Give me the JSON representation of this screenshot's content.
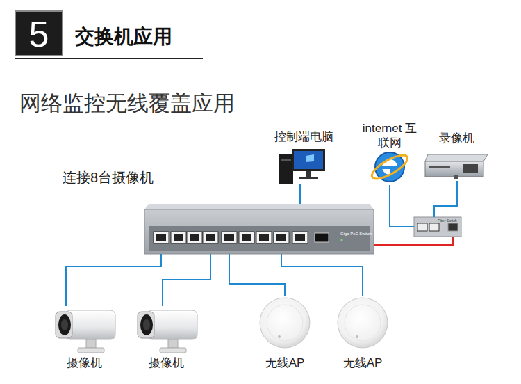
{
  "diagram": {
    "title": "交换机应用",
    "nodes": [
      {
        "text": [
          "Giga PoE Switch"
        ]
      },
      {
        "text": [
          "控制端电脑"
        ]
      },
      {
        "text": [
          "internet 互联网"
        ]
      },
      {
        "text": [
          "录像机"
        ]
      },
      {
        "text": [
          "Fiber Switch"
        ]
      },
      {
        "text": [
          "摄像机"
        ]
      },
      {
        "text": [
          "摄像机"
        ]
      },
      {
        "text": [
          "无线AP"
        ]
      },
      {
        "text": [
          "无线AP"
        ]
      }
    ],
    "edges": [
      {
        "from": 5,
        "to": 0,
        "arrow": "none"
      },
      {
        "from": 6,
        "to": 0,
        "arrow": "none"
      },
      {
        "from": 7,
        "to": 0,
        "arrow": "none"
      },
      {
        "from": 8,
        "to": 0,
        "arrow": "none"
      },
      {
        "from": 1,
        "to": 0,
        "arrow": "none"
      },
      {
        "from": 2,
        "to": 4,
        "arrow": "none"
      },
      {
        "from": 3,
        "to": 4,
        "arrow": "none"
      },
      {
        "from": 0,
        "to": 4,
        "arrow": "none"
      }
    ],
    "labels": [
      "5",
      "网络监控无线覆盖应用",
      "连接8台摄像机"
    ]
  }
}
